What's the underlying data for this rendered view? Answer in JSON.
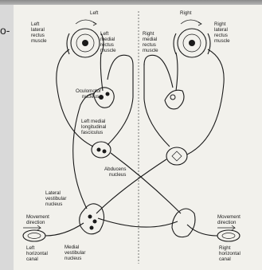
{
  "fragment": "o-",
  "diagram": {
    "side_left": "Left",
    "side_right": "Right",
    "labels": {
      "left_lateral_rectus": [
        "Left",
        "lateral",
        "rectus",
        "muscle"
      ],
      "left_medial_rectus": [
        "Left",
        "medial",
        "rectus",
        "muscle"
      ],
      "right_medial_rectus": [
        "Right",
        "medial",
        "rectus",
        "muscle"
      ],
      "right_lateral_rectus": [
        "Right",
        "lateral",
        "rectus",
        "muscle"
      ],
      "oculomotor": [
        "Oculomotor",
        "nucleus"
      ],
      "mlf": [
        "Left medial",
        "longitudinal",
        "fasciculus"
      ],
      "abducens": [
        "Abducens",
        "nucleus"
      ],
      "lateral_vestibular": [
        "Lateral",
        "vestibular",
        "nucleus"
      ],
      "movement_left": [
        "Movement",
        "direction"
      ],
      "movement_right": [
        "Movement",
        "direction"
      ],
      "left_canal": [
        "Left",
        "horizontal",
        "canal"
      ],
      "right_canal": [
        "Right",
        "horizontal",
        "canal"
      ],
      "medial_vestibular": [
        "Medial",
        "vestibular",
        "nucleus"
      ]
    }
  }
}
